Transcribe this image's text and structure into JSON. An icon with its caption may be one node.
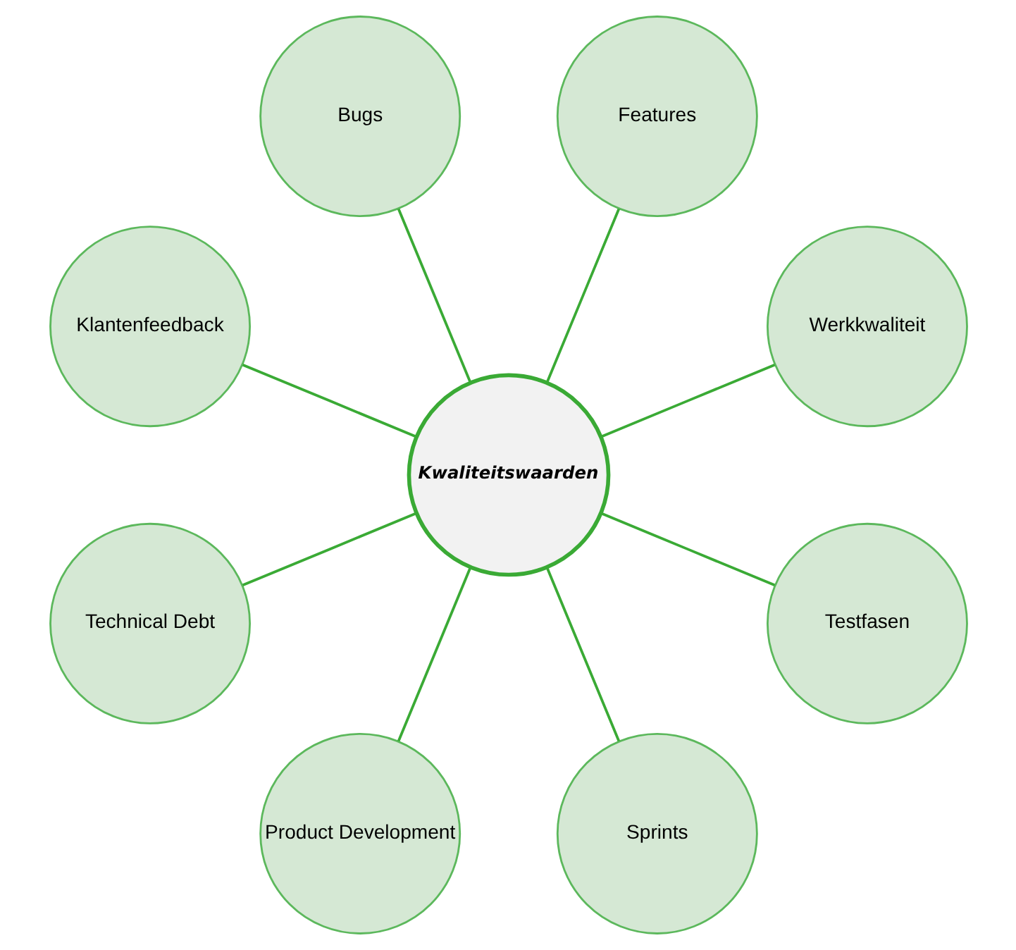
{
  "diagram": {
    "nodes": [
      {
        "text": [
          "Werkkwaliteit"
        ]
      },
      {
        "text": [
          "Features"
        ]
      },
      {
        "text": [
          "Bugs"
        ]
      },
      {
        "text": [
          "Klantenfeedback"
        ]
      },
      {
        "text": [
          "Kwaliteitswaarden"
        ]
      },
      {
        "text": [
          "Technical Debt"
        ]
      },
      {
        "text": [
          "Product Development"
        ]
      },
      {
        "text": [
          "Sprints"
        ]
      },
      {
        "text": [
          "Testfasen"
        ]
      }
    ],
    "edges": [
      {
        "from": 4,
        "to": 0,
        "arrow": "none"
      },
      {
        "from": 4,
        "to": 2,
        "arrow": "none"
      },
      {
        "from": 4,
        "to": 5,
        "arrow": "none"
      },
      {
        "from": 4,
        "to": 7,
        "arrow": "none"
      },
      {
        "from": 4,
        "to": 8,
        "arrow": "none"
      },
      {
        "from": 4,
        "to": 6,
        "arrow": "none"
      },
      {
        "from": 4,
        "to": 3,
        "arrow": "none"
      },
      {
        "from": 4,
        "to": 1,
        "arrow": "none"
      }
    ]
  }
}
